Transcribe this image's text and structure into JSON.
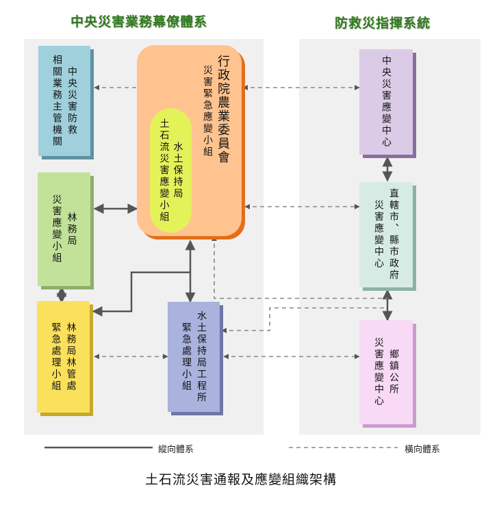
{
  "headers": {
    "central": "中央災害業務幕僚體系",
    "command": "防救災指揮系統"
  },
  "nodes": {
    "central_relevant": [
      "中央災害防救",
      "相關業務主管機關"
    ],
    "coa": [
      "行政院農業委員會",
      "災害緊急應變小組"
    ],
    "swcb": [
      "水土保持局",
      "土石流災害應變小組"
    ],
    "forestry": [
      "林務局",
      "災害應變小組"
    ],
    "forestry_emergency": [
      "林務局林管處",
      "緊急處理小組"
    ],
    "swcb_engineering": [
      "水土保持局工程所",
      "緊急處理小組"
    ],
    "central_center": [
      "中央災害應變中心"
    ],
    "city_county": [
      "直轄市、縣市政府",
      "災害應變中心"
    ],
    "township": [
      "鄉鎮公所",
      "災害應變中心"
    ]
  },
  "legend": {
    "vertical": "縱向體系",
    "horizontal": "橫向體系"
  },
  "title": "土石流災害通報及應變組織架構",
  "colors": {
    "header_green": "#2f7a1c",
    "blue_box": "#9fd0dc",
    "green_box": "#c2e29a",
    "yellow_box": "#fbe15b",
    "periwinkle_box": "#a9b3de",
    "lavender_box": "#dccbe6",
    "mint_box": "#d6ebe4",
    "pink_box": "#f8daf7",
    "orange_box": "#fec38f",
    "lime_oval": "#e4f25a"
  }
}
